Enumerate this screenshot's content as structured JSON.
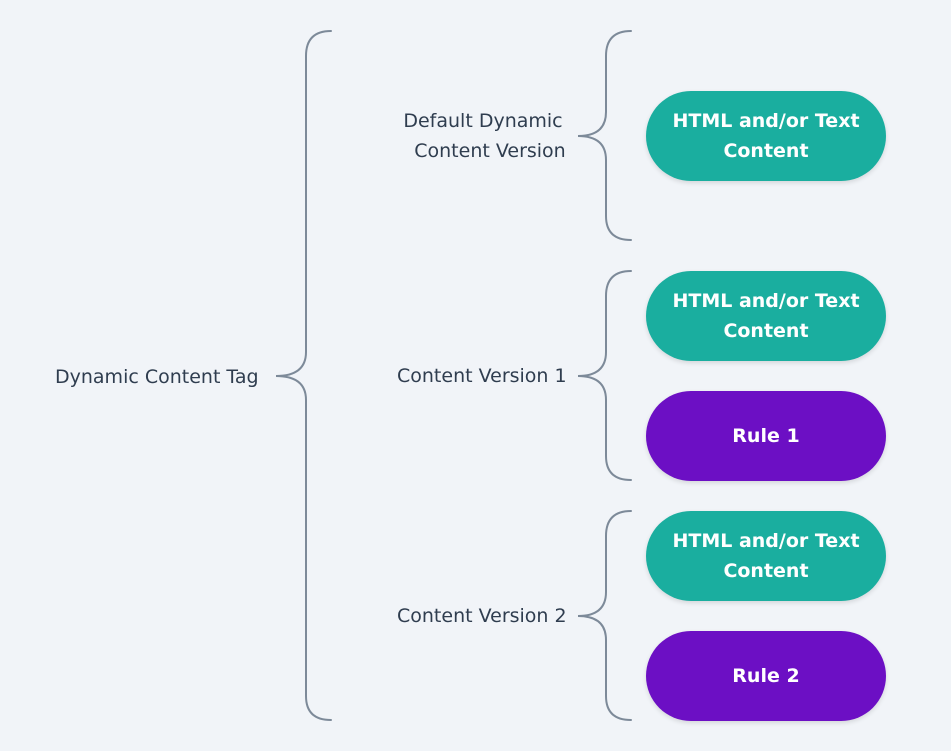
{
  "colors": {
    "content": "#1aae9f",
    "rule": "#6c0fc4",
    "brace": "#7d8a99",
    "text": "#2f3d4f",
    "background": "#f1f4f8"
  },
  "root": {
    "label": "Dynamic Content Tag"
  },
  "versions": [
    {
      "label_lines": [
        "Default Dynamic",
        "Content Version"
      ],
      "items": [
        {
          "type": "content",
          "lines": [
            "HTML and/or Text",
            "Content"
          ]
        }
      ]
    },
    {
      "label_lines": [
        "Content Version 1"
      ],
      "items": [
        {
          "type": "content",
          "lines": [
            "HTML and/or Text",
            "Content"
          ]
        },
        {
          "type": "rule",
          "lines": [
            "Rule 1"
          ]
        }
      ]
    },
    {
      "label_lines": [
        "Content Version 2"
      ],
      "items": [
        {
          "type": "content",
          "lines": [
            "HTML and/or Text",
            "Content"
          ]
        },
        {
          "type": "rule",
          "lines": [
            "Rule 2"
          ]
        }
      ]
    }
  ]
}
